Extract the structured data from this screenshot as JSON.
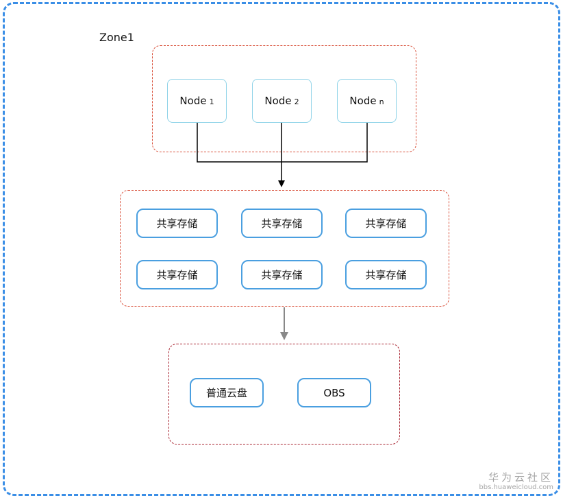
{
  "zone": {
    "label": "Zone1"
  },
  "nodes": [
    {
      "name": "Node",
      "index": "1"
    },
    {
      "name": "Node",
      "index": "2"
    },
    {
      "name": "Node",
      "index": "n"
    }
  ],
  "storage": [
    {
      "label": "共享存储"
    },
    {
      "label": "共享存储"
    },
    {
      "label": "共享存储"
    },
    {
      "label": "共享存储"
    },
    {
      "label": "共享存储"
    },
    {
      "label": "共享存储"
    }
  ],
  "backends": [
    {
      "label": "普通云盘"
    },
    {
      "label": "OBS"
    }
  ],
  "watermark": {
    "main": "华为云社区",
    "url": "bbs.huaweicloud.com"
  },
  "colors": {
    "zone_border": "#3a8ee6",
    "group_border": "#d9503a",
    "backend_group_border": "#a8222f",
    "node_border": "#8fd3e8",
    "box_border": "#4a9fe0",
    "arrow_primary": "#000000",
    "arrow_secondary": "#888888"
  }
}
